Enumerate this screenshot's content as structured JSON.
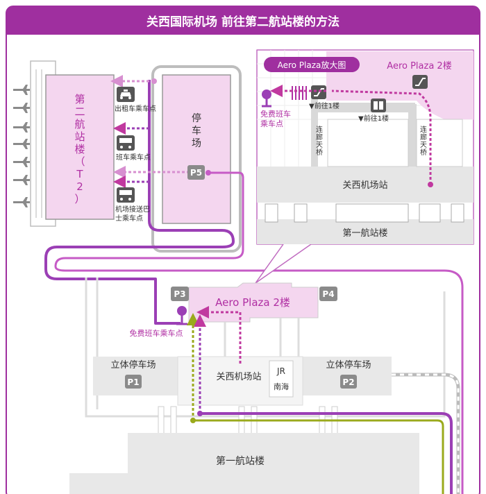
{
  "header": {
    "title": "关西国际机场 前往第二航站楼的方法"
  },
  "t2": {
    "name_lines": [
      "第",
      "二",
      "航",
      "站",
      "楼",
      "（",
      "T",
      "2",
      "）"
    ]
  },
  "stops": {
    "taxi": "出租车乘车点",
    "shuttle": "班车乘车点",
    "bus_line1": "机场接送巴",
    "bus_line2": "士乘车点"
  },
  "parking": {
    "lines": [
      "停",
      "车",
      "场"
    ],
    "p5": "P5"
  },
  "inset": {
    "title": "Aero Plaza放大图",
    "floor_label": "Aero Plaza 2楼",
    "to_1f_escalator": "▼前往1楼",
    "to_1f_elevator": "▼前往1楼",
    "bus_stop_line1": "免费班车",
    "bus_stop_line2": "乘车点",
    "bridge_left": [
      "连",
      "廊",
      "天",
      "桥"
    ],
    "bridge_right": [
      "连",
      "廊",
      "天",
      "桥"
    ],
    "station": "关西机场站",
    "t1": "第一航站楼"
  },
  "main": {
    "p3": "P3",
    "p4": "P4",
    "aero_plaza": "Aero Plaza 2楼",
    "bus_stop": "免费班车乘车点",
    "garage_left": "立体停车场",
    "p1": "P1",
    "garage_right": "立体停车场",
    "p2": "P2",
    "station": "关西机场站",
    "jr": "JR",
    "nankai": "南海",
    "t1": "第一航站楼"
  },
  "colors": {
    "header": "#9f2f9f",
    "route_purple": "#9b3fb5",
    "route_pink": "#c65bc6",
    "route_dotted": "#c0399f",
    "route_green": "#9aaa1c",
    "building_pink": "#f4d6ef",
    "gray_fill": "#e8e8e8",
    "icon_dark": "#555555"
  },
  "icons": [
    "plane-icon",
    "taxi-icon",
    "bus-icon",
    "escalator-icon",
    "elevator-icon",
    "bus-stop-pin-icon",
    "parking-badge"
  ]
}
